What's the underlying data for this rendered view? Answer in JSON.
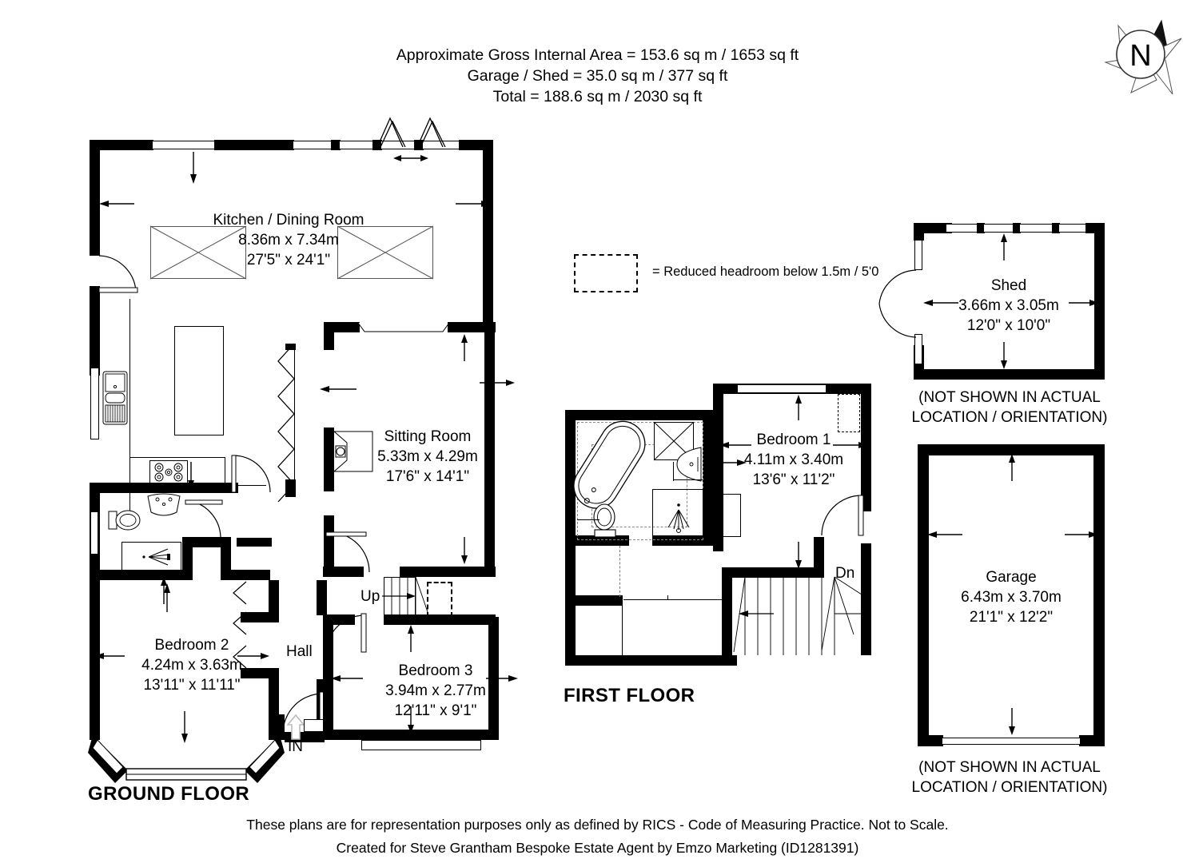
{
  "header": {
    "line1": "Approximate Gross Internal Area = 153.6 sq m / 1653 sq ft",
    "line2": "Garage / Shed = 35.0 sq m / 377 sq ft",
    "line3": "Total = 188.6 sq m / 2030 sq ft"
  },
  "compass": {
    "label": "N",
    "name": "north-arrow"
  },
  "legend": {
    "text": "= Reduced headroom below 1.5m / 5'0"
  },
  "floors": {
    "ground": {
      "label": "GROUND FLOOR"
    },
    "first": {
      "label": "FIRST FLOOR"
    }
  },
  "rooms": {
    "kitchen": {
      "name": "Kitchen / Dining Room",
      "metric": "8.36m x 7.34m",
      "imperial": "27'5\" x 24'1\""
    },
    "sitting": {
      "name": "Sitting Room",
      "metric": "5.33m x 4.29m",
      "imperial": "17'6\" x 14'1\""
    },
    "bedroom2": {
      "name": "Bedroom 2",
      "metric": "4.24m x 3.63m",
      "imperial": "13'11\" x 11'11\""
    },
    "bedroom3": {
      "name": "Bedroom 3",
      "metric": "3.94m x 2.77m",
      "imperial": "12'11\" x 9'1\""
    },
    "hall": {
      "name": "Hall"
    },
    "bedroom1": {
      "name": "Bedroom 1",
      "metric": "4.11m x 3.40m",
      "imperial": "13'6\" x 11'2\""
    },
    "shed": {
      "name": "Shed",
      "metric": "3.66m x 3.05m",
      "imperial": "12'0\" x 10'0\""
    },
    "garage": {
      "name": "Garage",
      "metric": "6.43m x 3.70m",
      "imperial": "21'1\" x 12'2\""
    }
  },
  "markers": {
    "up": "Up",
    "down": "Dn",
    "entrance": "IN"
  },
  "notices": {
    "shed_line1": "(NOT SHOWN IN ACTUAL",
    "shed_line2": "LOCATION / ORIENTATION)",
    "garage_line1": "(NOT SHOWN IN ACTUAL",
    "garage_line2": "LOCATION / ORIENTATION)"
  },
  "footer": {
    "line1": "These plans are for representation purposes only as defined by RICS - Code of Measuring Practice. Not to Scale.",
    "line2": "Created for Steve Grantham Bespoke Estate Agent by Emzo Marketing (ID1281391)"
  },
  "colors": {
    "ink": "#000000",
    "paper": "#ffffff"
  }
}
